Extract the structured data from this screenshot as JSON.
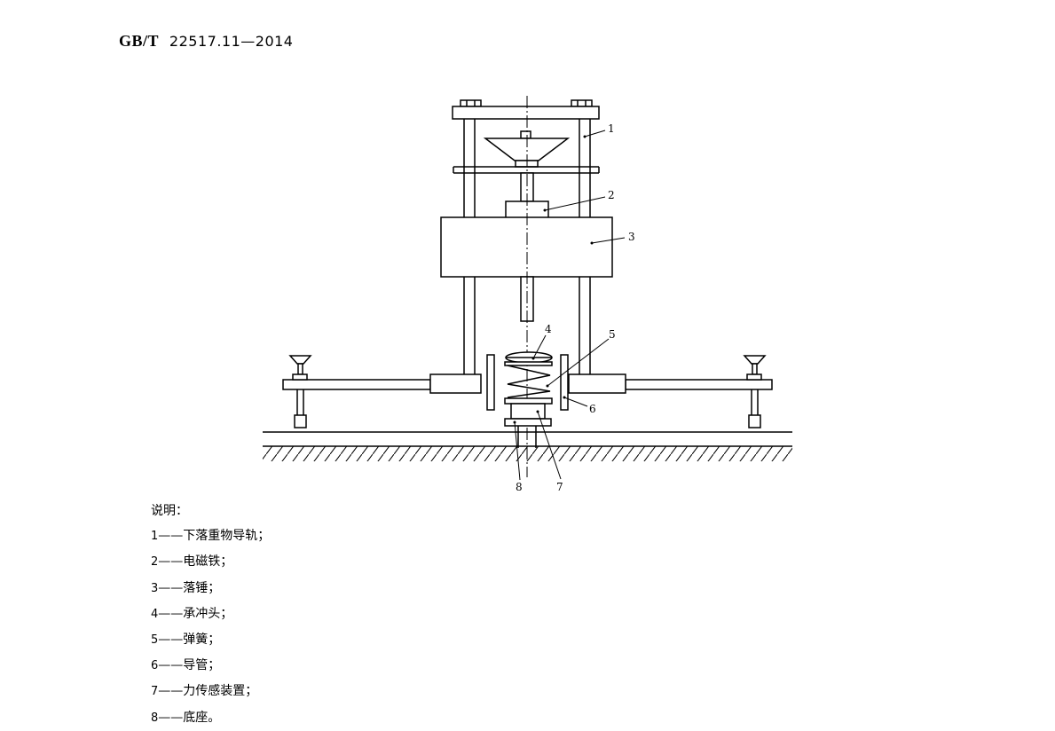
{
  "header": {
    "std_prefix": "GB/T",
    "std_number": "22517.11—2014"
  },
  "figure": {
    "callouts": [
      "1",
      "2",
      "3",
      "4",
      "5",
      "6",
      "7",
      "8"
    ]
  },
  "legend": {
    "title": "说明：",
    "items": [
      {
        "num": "1",
        "dash": "——",
        "text": "下落重物导轨；"
      },
      {
        "num": "2",
        "dash": "——",
        "text": "电磁铁；"
      },
      {
        "num": "3",
        "dash": "——",
        "text": "落锤；"
      },
      {
        "num": "4",
        "dash": "——",
        "text": "承冲头；"
      },
      {
        "num": "5",
        "dash": "——",
        "text": "弹簧；"
      },
      {
        "num": "6",
        "dash": "——",
        "text": "导管；"
      },
      {
        "num": "7",
        "dash": "——",
        "text": "力传感装置；"
      },
      {
        "num": "8",
        "dash": "——",
        "text": "底座。"
      }
    ]
  }
}
